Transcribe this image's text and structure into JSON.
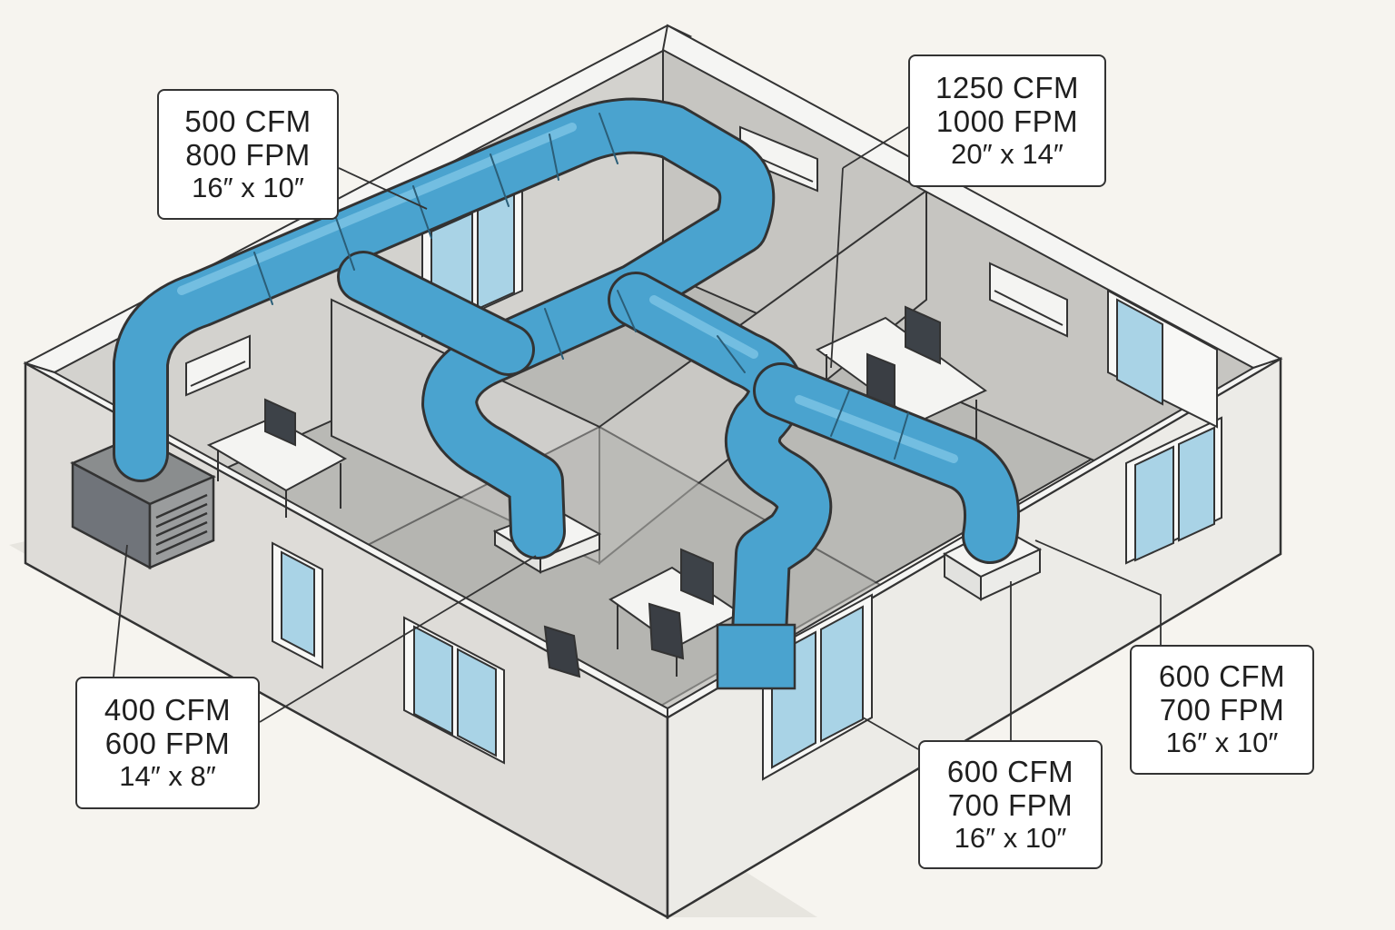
{
  "colors": {
    "background": "#f6f4ef",
    "duct": "#4aa3cf",
    "duct_shade": "#2f7fa8",
    "wall_top": "#f2f2f0",
    "wall_face": "#d9d8d4",
    "floor": "#bdbdb9",
    "window_glass": "#a9d3e6",
    "outline": "#333333"
  },
  "callouts": [
    {
      "id": "top-left",
      "cfm": "500 CFM",
      "fpm": "800 FPM",
      "size": "16″ x 10″"
    },
    {
      "id": "top-right",
      "cfm": "1250 CFM",
      "fpm": "1000 FPM",
      "size": "20″ x 14″"
    },
    {
      "id": "bottom-left",
      "cfm": "400 CFM",
      "fpm": "600 FPM",
      "size": "14″ x 8″"
    },
    {
      "id": "bottom-middle",
      "cfm": "600 CFM",
      "fpm": "700 FPM",
      "size": "16″ x 10″"
    },
    {
      "id": "bottom-right",
      "cfm": "600 CFM",
      "fpm": "700 FPM",
      "size": "16″ x 10″"
    }
  ],
  "icons": [
    "air-handler-unit-icon",
    "wall-ac-unit-icon",
    "ceiling-diffuser-icon",
    "desk-icon",
    "monitor-icon",
    "office-chair-icon",
    "window-icon"
  ]
}
